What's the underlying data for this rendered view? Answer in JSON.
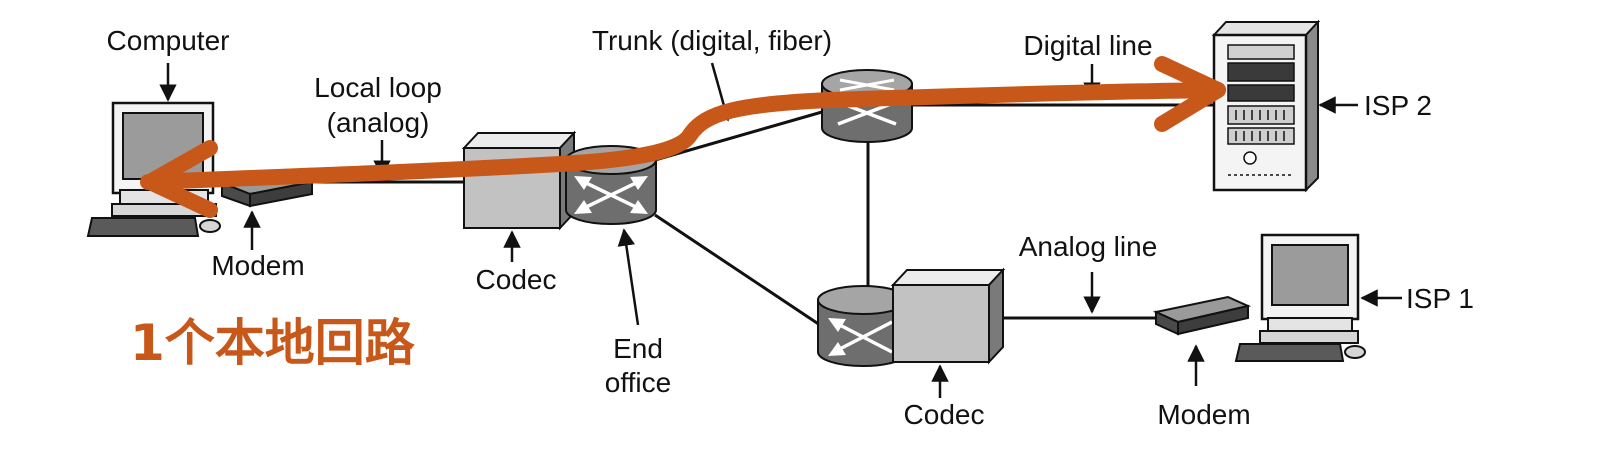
{
  "labels": {
    "computer": "Computer",
    "local_loop_1": "Local loop",
    "local_loop_2": "(analog)",
    "trunk": "Trunk (digital, fiber)",
    "digital_line": "Digital line",
    "isp2": "ISP 2",
    "modem_left": "Modem",
    "codec_left": "Codec",
    "end_office_1": "End",
    "end_office_2": "office",
    "analog_line": "Analog line",
    "isp1": "ISP 1",
    "codec_bottom": "Codec",
    "modem_right": "Modem"
  },
  "annotation": {
    "text": "1个本地回路",
    "color": "#c8581a"
  },
  "colors": {
    "path": "#c8581a",
    "line": "#111111",
    "switch": "#6e6e6e",
    "codec": "#c2c2c2"
  }
}
